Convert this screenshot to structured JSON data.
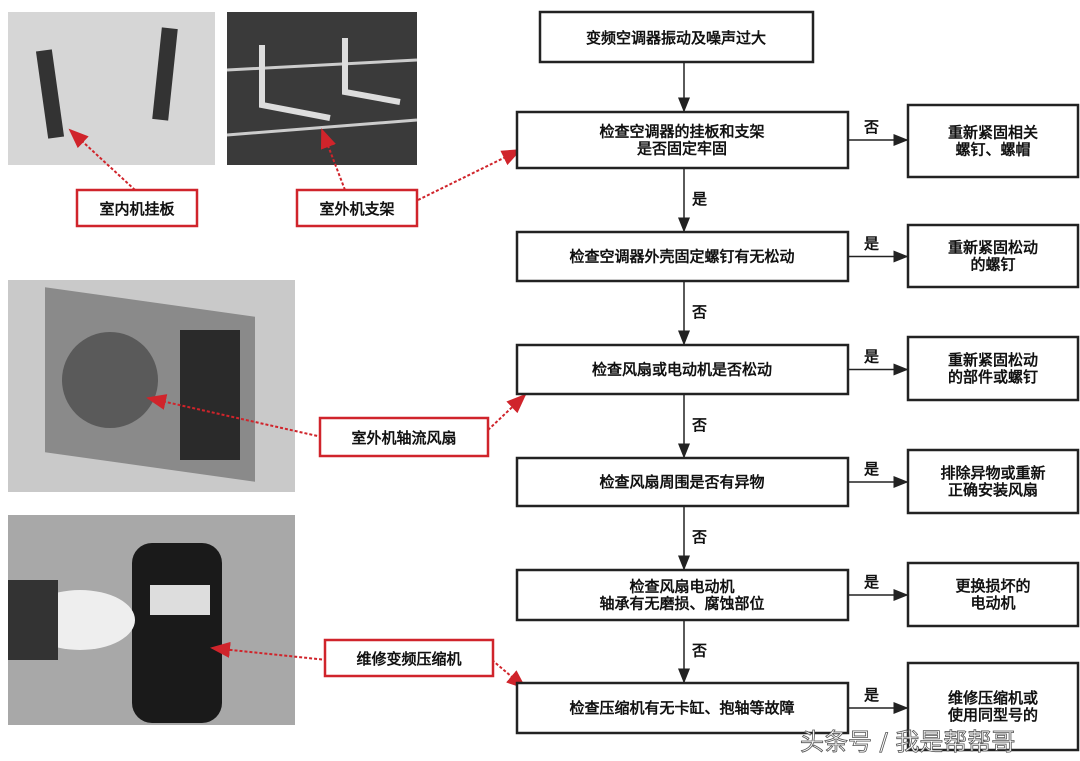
{
  "flowchart": {
    "start": "变频空调器振动及噪声过大",
    "steps": [
      {
        "check": [
          "检查空调器的挂板和支架",
          "是否固定牢固"
        ],
        "branch_label": "否",
        "action": [
          "重新紧固相关",
          "螺钉、螺帽"
        ],
        "next_label": "是"
      },
      {
        "check": [
          "检查空调器外壳固定螺钉有无松动"
        ],
        "branch_label": "是",
        "action": [
          "重新紧固松动",
          "的螺钉"
        ],
        "next_label": "否"
      },
      {
        "check": [
          "检查风扇或电动机是否松动"
        ],
        "branch_label": "是",
        "action": [
          "重新紧固松动",
          "的部件或螺钉"
        ],
        "next_label": "否"
      },
      {
        "check": [
          "检查风扇周围是否有异物"
        ],
        "branch_label": "是",
        "action": [
          "排除异物或重新",
          "正确安装风扇"
        ],
        "next_label": "否"
      },
      {
        "check": [
          "检查风扇电动机",
          "轴承有无磨损、腐蚀部位"
        ],
        "branch_label": "是",
        "action": [
          "更换损坏的",
          "电动机"
        ],
        "next_label": "否"
      },
      {
        "check": [
          "检查压缩机有无卡缸、抱轴等故障"
        ],
        "branch_label": "是",
        "action": [
          "维修压缩机或",
          "使用同型号的"
        ]
      }
    ]
  },
  "photo_captions": {
    "indoor_bracket": "室内机挂板",
    "outdoor_bracket": "室外机支架",
    "outdoor_fan": "室外机轴流风扇",
    "compressor": "维修变频压缩机"
  },
  "colors": {
    "callout": "#d0242b",
    "box_border": "#222222"
  },
  "watermark": "头条号 / 我是帮帮哥"
}
